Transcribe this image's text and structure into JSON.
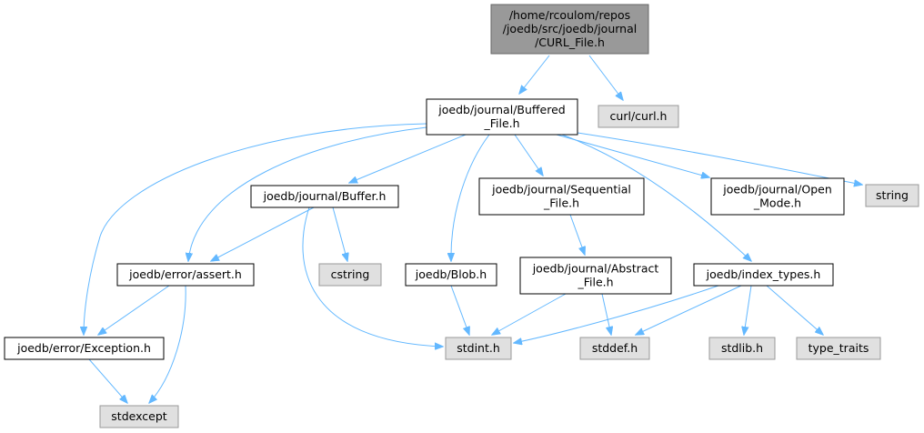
{
  "graph": {
    "colors": {
      "edge": "#63b8ff",
      "root_fill": "#999999",
      "root_stroke": "#666666",
      "node_fill": "#ffffff",
      "node_stroke": "#000000",
      "system_fill": "#e0e0e0",
      "system_stroke": "#999999"
    },
    "nodes": [
      {
        "id": "root",
        "kind": "root",
        "lines": [
          "/home/rcoulom/repos",
          "/joedb/src/joedb/journal",
          "/CURL_File.h"
        ]
      },
      {
        "id": "buffered",
        "kind": "file",
        "lines": [
          "joedb/journal/Buffered",
          "_File.h"
        ]
      },
      {
        "id": "curl",
        "kind": "system",
        "lines": [
          "curl/curl.h"
        ]
      },
      {
        "id": "buffer",
        "kind": "file",
        "lines": [
          "joedb/journal/Buffer.h"
        ]
      },
      {
        "id": "sequential",
        "kind": "file",
        "lines": [
          "joedb/journal/Sequential",
          "_File.h"
        ]
      },
      {
        "id": "openmode",
        "kind": "file",
        "lines": [
          "joedb/journal/Open",
          "_Mode.h"
        ]
      },
      {
        "id": "string",
        "kind": "system",
        "lines": [
          "string"
        ]
      },
      {
        "id": "assert",
        "kind": "file",
        "lines": [
          "joedb/error/assert.h"
        ]
      },
      {
        "id": "cstring",
        "kind": "system",
        "lines": [
          "cstring"
        ]
      },
      {
        "id": "blob",
        "kind": "file",
        "lines": [
          "joedb/Blob.h"
        ]
      },
      {
        "id": "abstract",
        "kind": "file",
        "lines": [
          "joedb/journal/Abstract",
          "_File.h"
        ]
      },
      {
        "id": "indextypes",
        "kind": "file",
        "lines": [
          "joedb/index_types.h"
        ]
      },
      {
        "id": "exception",
        "kind": "file",
        "lines": [
          "joedb/error/Exception.h"
        ]
      },
      {
        "id": "stdint",
        "kind": "system",
        "lines": [
          "stdint.h"
        ]
      },
      {
        "id": "stddef",
        "kind": "system",
        "lines": [
          "stddef.h"
        ]
      },
      {
        "id": "stdlib",
        "kind": "system",
        "lines": [
          "stdlib.h"
        ]
      },
      {
        "id": "typetraits",
        "kind": "system",
        "lines": [
          "type_traits"
        ]
      },
      {
        "id": "stdexcept",
        "kind": "system",
        "lines": [
          "stdexcept"
        ]
      }
    ],
    "edges": [
      {
        "from": "root",
        "to": "buffered"
      },
      {
        "from": "root",
        "to": "curl"
      },
      {
        "from": "buffered",
        "to": "buffer"
      },
      {
        "from": "buffered",
        "to": "sequential"
      },
      {
        "from": "buffered",
        "to": "openmode"
      },
      {
        "from": "buffered",
        "to": "string"
      },
      {
        "from": "buffered",
        "to": "assert"
      },
      {
        "from": "buffered",
        "to": "blob"
      },
      {
        "from": "buffered",
        "to": "indextypes"
      },
      {
        "from": "buffered",
        "to": "exception"
      },
      {
        "from": "buffer",
        "to": "assert"
      },
      {
        "from": "buffer",
        "to": "cstring"
      },
      {
        "from": "buffer",
        "to": "stdint"
      },
      {
        "from": "sequential",
        "to": "abstract"
      },
      {
        "from": "assert",
        "to": "exception"
      },
      {
        "from": "assert",
        "to": "stdexcept"
      },
      {
        "from": "blob",
        "to": "stdint"
      },
      {
        "from": "abstract",
        "to": "stdint"
      },
      {
        "from": "abstract",
        "to": "stddef"
      },
      {
        "from": "indextypes",
        "to": "stdint"
      },
      {
        "from": "indextypes",
        "to": "stddef"
      },
      {
        "from": "indextypes",
        "to": "stdlib"
      },
      {
        "from": "indextypes",
        "to": "typetraits"
      },
      {
        "from": "exception",
        "to": "stdexcept"
      }
    ]
  }
}
